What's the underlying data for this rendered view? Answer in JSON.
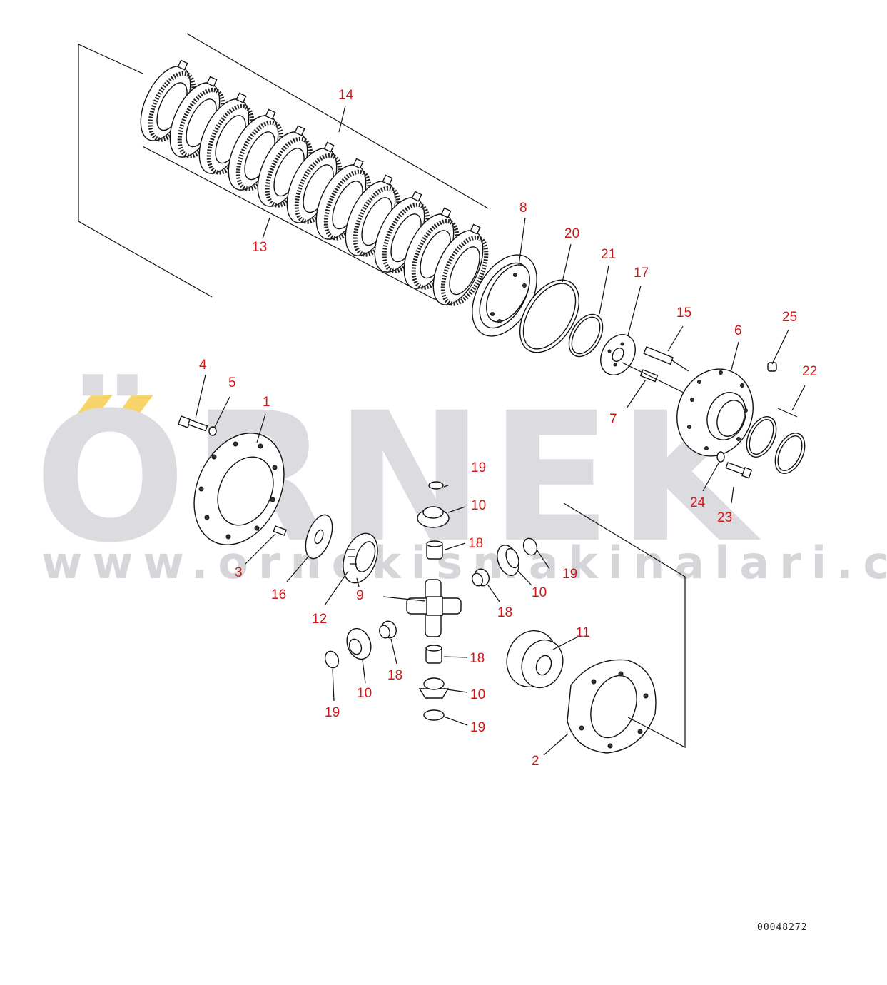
{
  "watermark": {
    "brand": "ÖRNEK",
    "url": "www.ornekismakinalari.com.tr",
    "accent_color": "#f7d46a",
    "text_color": "#dcdce0"
  },
  "drawing_number": "00048272",
  "callout_color": "#d31515",
  "callouts": {
    "c14": "14",
    "c13": "13",
    "c8": "8",
    "c20": "20",
    "c21": "21",
    "c17": "17",
    "c15": "15",
    "c6": "6",
    "c25": "25",
    "c22": "22",
    "c7": "7",
    "c4": "4",
    "c5": "5",
    "c1": "1",
    "c19a": "19",
    "c10a": "10",
    "c18a": "18",
    "c19b": "19",
    "c10b": "10",
    "c18b": "18",
    "c3": "3",
    "c16": "16",
    "c9": "9",
    "c12": "12",
    "c24": "24",
    "c23": "23",
    "c11": "11",
    "c18c": "18",
    "c18d": "18",
    "c10c": "10",
    "c10d": "10",
    "c19c": "19",
    "c19d": "19",
    "c2": "2"
  }
}
